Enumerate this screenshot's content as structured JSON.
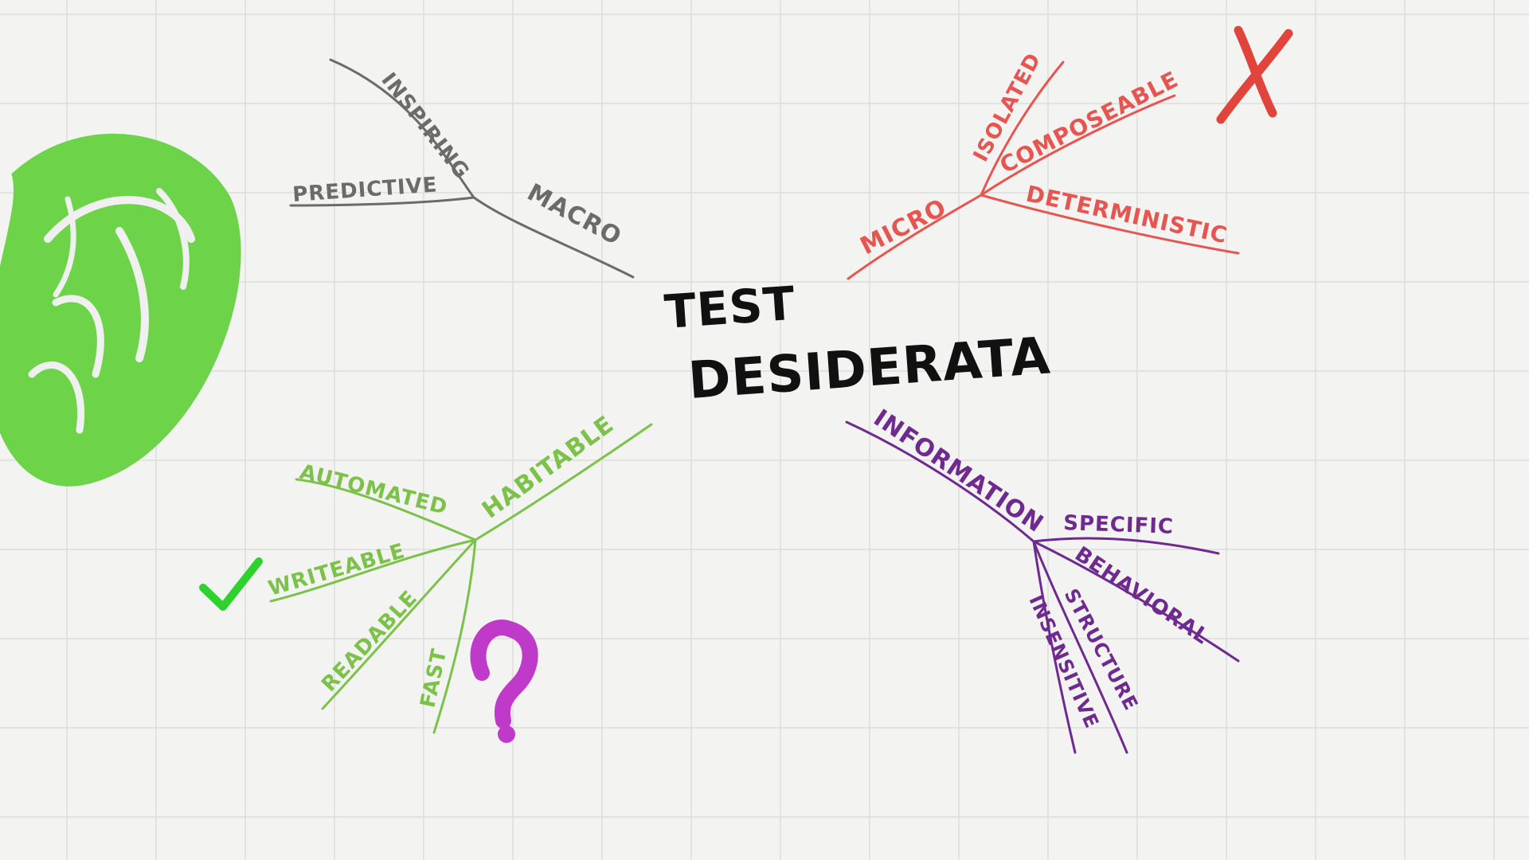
{
  "title": {
    "line1": "TEST",
    "line2": "DESIDERATA"
  },
  "colors": {
    "paper": "#f3f3f2",
    "grid": "#e2e2e0",
    "macro": "#6b6b6b",
    "micro": "#e65550",
    "habitable": "#7cc24a",
    "information": "#6e2a8e",
    "scribble": "#6dd44a",
    "check": "#2ed12e",
    "cross": "#e0443a",
    "question": "#c03ac9"
  },
  "branches": {
    "macro": {
      "label": "MACRO",
      "leaves": [
        "INSPIRING",
        "PREDICTIVE"
      ]
    },
    "micro": {
      "label": "MICRO",
      "leaves": [
        "ISOLATED",
        "COMPOSEABLE",
        "DETERMINISTIC"
      ]
    },
    "habitable": {
      "label": "HABITABLE",
      "leaves": [
        "AUTOMATED",
        "WRITEABLE",
        "READABLE",
        "FAST"
      ]
    },
    "information": {
      "label": "INFORMATION",
      "leaves": [
        "SPECIFIC",
        "BEHAVIORAL",
        "STRUCTURE",
        "INSENSITIVE"
      ]
    }
  },
  "marks": {
    "scribble": "green-scribble",
    "check": "check-icon",
    "cross": "x-icon",
    "question": "question-icon"
  }
}
